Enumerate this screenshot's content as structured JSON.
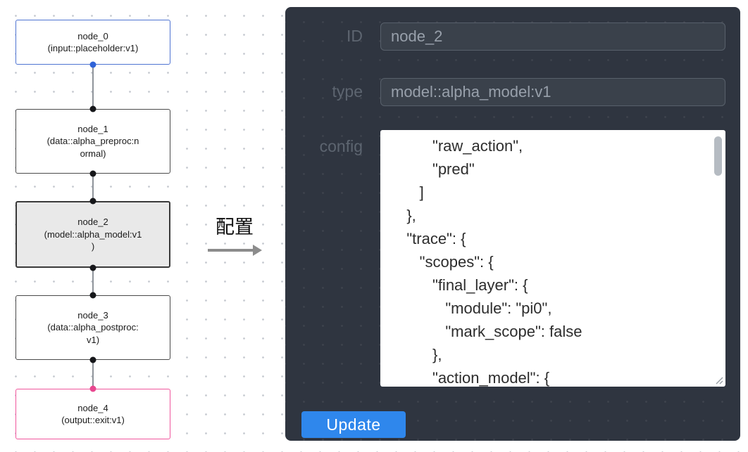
{
  "flowchart": {
    "nodes": [
      {
        "id": "node_0",
        "lines": [
          "node_0",
          "(input::placeholder:v1)"
        ],
        "border_color": "#4f74d2",
        "selected": false
      },
      {
        "id": "node_1",
        "lines": [
          "node_1",
          "(data::alpha_preproc:n",
          "ormal)"
        ],
        "border_color": "#4a4a4a",
        "selected": false
      },
      {
        "id": "node_2",
        "lines": [
          "node_2",
          "(model::alpha_model:v1",
          ")"
        ],
        "border_color": "#3a3a3a",
        "selected": true
      },
      {
        "id": "node_3",
        "lines": [
          "node_3",
          "(data::alpha_postproc:",
          "v1)"
        ],
        "border_color": "#4a4a4a",
        "selected": false
      },
      {
        "id": "node_4",
        "lines": [
          "node_4",
          "(output::exit:v1)"
        ],
        "border_color": "#f0569d",
        "selected": false
      }
    ],
    "port_colors": {
      "input_port": "#2f63d8",
      "default_port": "#16171a",
      "output_port": "#e8478f"
    }
  },
  "transition": {
    "label": "配置",
    "arrow_color": "#8c8c8c"
  },
  "panel": {
    "background": "#2f3540",
    "fields": [
      {
        "label": "ID",
        "value": "node_2"
      },
      {
        "label": "type",
        "value": "model::alpha_model:v1"
      }
    ],
    "config": {
      "label": "config",
      "lines": [
        "         \"raw_action\",",
        "         \"pred\"",
        "      ]",
        "   },",
        "   \"trace\": {",
        "      \"scopes\": {",
        "         \"final_layer\": {",
        "            \"module\": \"pi0\",",
        "            \"mark_scope\": false",
        "         },",
        "         \"action_model\": {"
      ]
    },
    "update_button": {
      "label": "Update",
      "color": "#2f87ec"
    }
  }
}
